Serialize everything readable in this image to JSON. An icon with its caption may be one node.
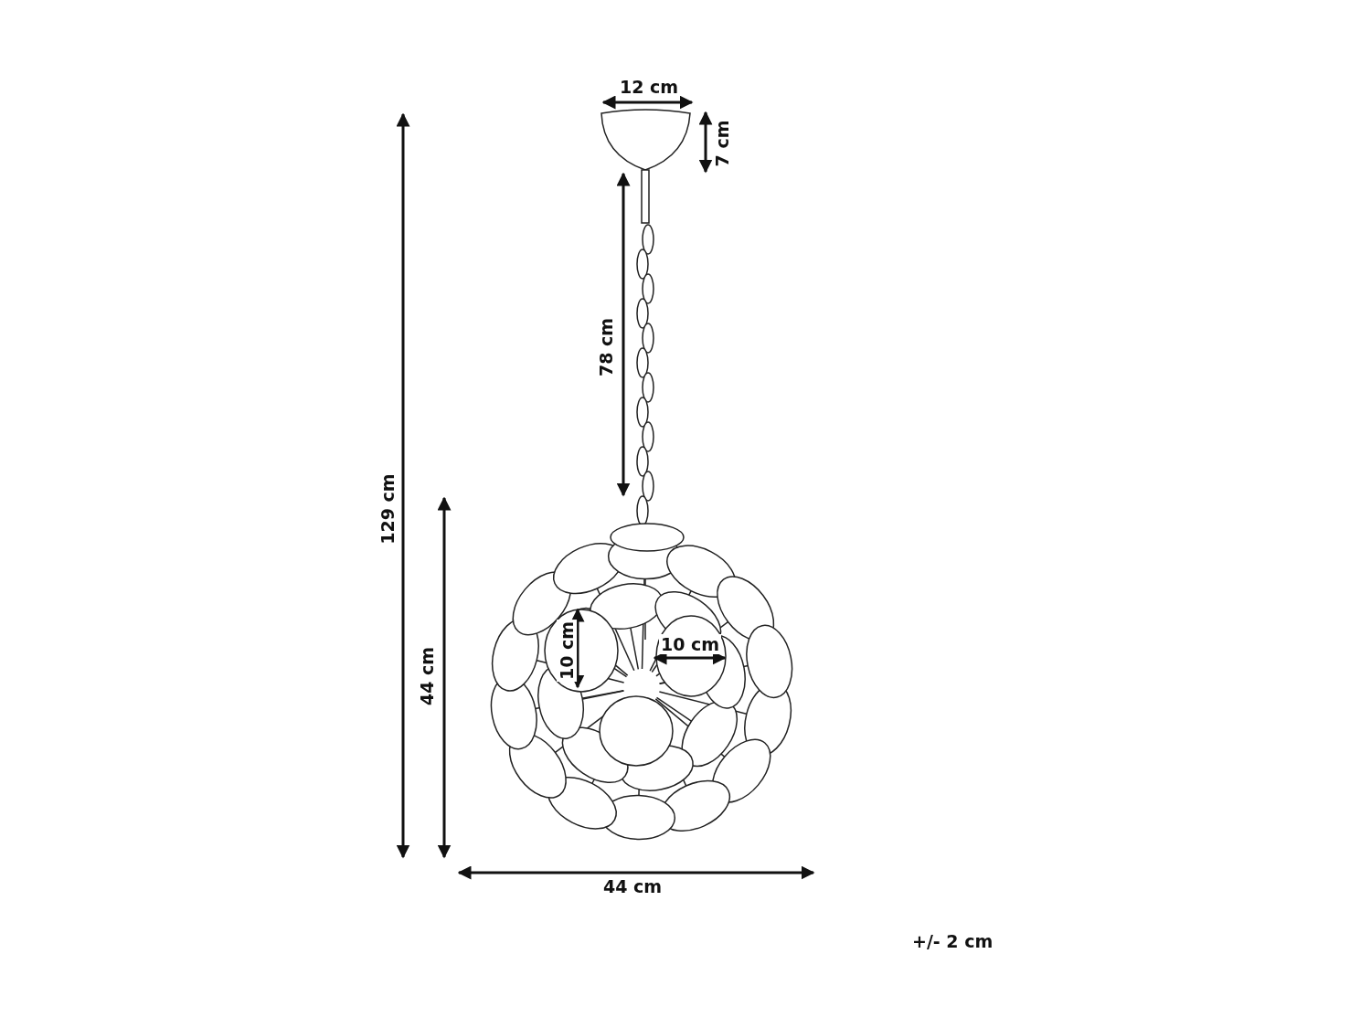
{
  "diagram": {
    "labels": [
      "12 cm",
      "7 cm",
      "78 cm",
      "129 cm",
      "44 cm",
      "10 cm",
      "10 cm",
      "44 cm",
      "+/- 2 cm"
    ]
  }
}
